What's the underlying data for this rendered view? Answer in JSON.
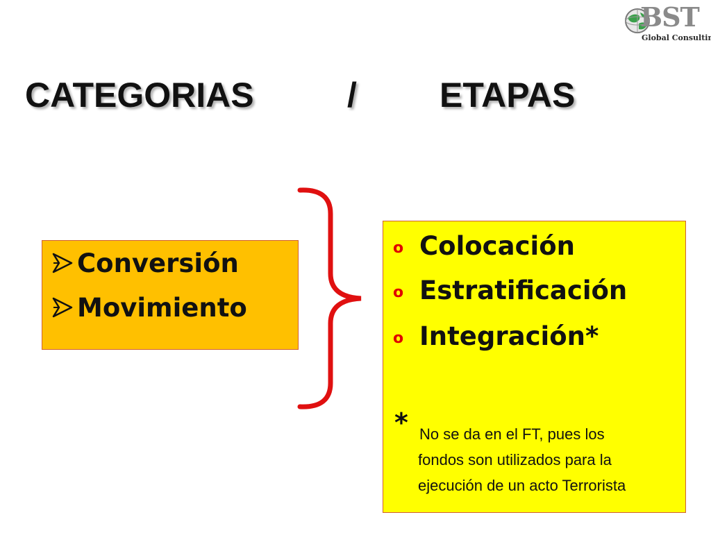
{
  "logo": {
    "brand": "BST",
    "subtitle": "Global Consulting",
    "icon": "globe-icon"
  },
  "title": {
    "left": "CATEGORIAS",
    "separator": "/",
    "right": "ETAPAS"
  },
  "categories": {
    "bullet_icon": "arrow-bullet-icon",
    "items": [
      "Conversión",
      "Movimiento"
    ],
    "background": "#ffc000"
  },
  "brace": {
    "icon": "curly-brace-icon",
    "color": "#e01010"
  },
  "stages": {
    "bullet": "o",
    "items": [
      "Colocación",
      "Estratificación",
      "Integración*"
    ],
    "background": "#ffff00",
    "note": {
      "marker": "*",
      "lines": [
        "No se da en el FT, pues los",
        "fondos son utilizados para la",
        "ejecución de un acto Terrorista"
      ]
    }
  }
}
